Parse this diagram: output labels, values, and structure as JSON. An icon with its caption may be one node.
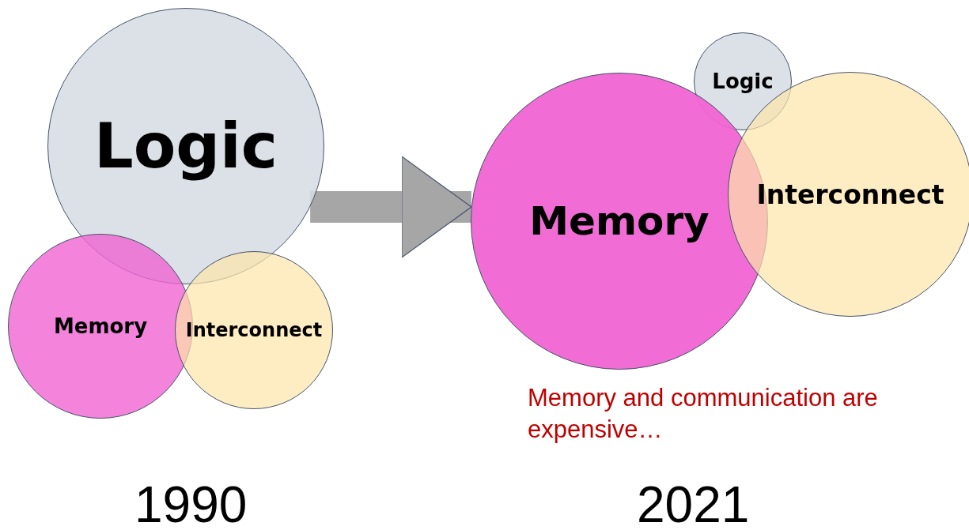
{
  "diagram": {
    "nodes": [
      {
        "text": [
          "Logic"
        ]
      },
      {
        "text": [
          "Memory"
        ]
      },
      {
        "text": [
          "Interconnect"
        ]
      },
      {
        "text": [
          "Memory"
        ]
      },
      {
        "text": [
          "Logic"
        ]
      },
      {
        "text": [
          "Interconnect"
        ]
      }
    ],
    "edges": [
      {
        "from": 0,
        "to": 3,
        "arrow": "to"
      }
    ],
    "labels": [
      "Memory and communication are expensive…",
      "1990",
      "2021"
    ]
  }
}
